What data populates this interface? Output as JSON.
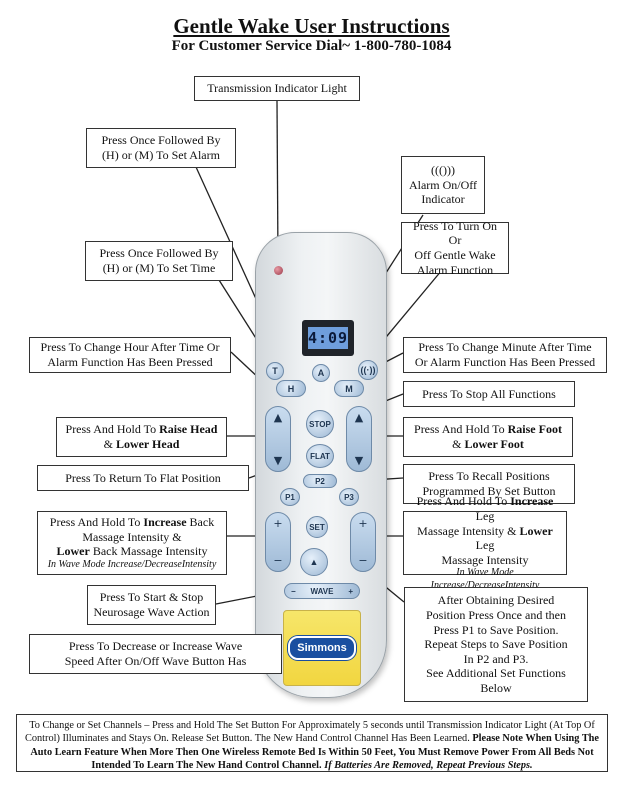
{
  "title": "Gentle Wake User Instructions",
  "subtitle": "For Customer Service Dial~ 1-800-780-1084",
  "callouts": {
    "transmission": "Transmission Indicator Light",
    "alarm_set_1": "Press Once Followed By",
    "alarm_set_2": "(H) or (M) To Set Alarm",
    "alarm_onoff_1": "((()))",
    "alarm_onoff_2": "Alarm On/Off",
    "alarm_onoff_3": "Indicator",
    "gentle_wake_1": "Press To Turn On Or",
    "gentle_wake_2": "Off Gentle Wake",
    "gentle_wake_3": "Alarm Function",
    "time_set_1": "Press Once Followed By",
    "time_set_2": "(H) or (M) To Set Time",
    "hour_1": "Press To Change Hour After Time Or",
    "hour_2": "Alarm Function Has Been Pressed",
    "minute_1": "Press To Change Minute After Time",
    "minute_2": "Or Alarm Function Has Been Pressed",
    "stop": "Press To Stop All Functions",
    "head_1": "Press And Hold To",
    "head_bold_1": "Raise Head",
    "head_amp": "&",
    "head_bold_2": "Lower Head",
    "foot_1": "Press And Hold To",
    "foot_bold_1": "Raise Foot",
    "foot_amp": "&",
    "foot_bold_2": "Lower Foot",
    "flat": "Press To Return To Flat Position",
    "recall_1": "Press To Recall Positions",
    "recall_2": "Programmed By Set Button",
    "back_1": "Press And Hold To",
    "back_bold_1": "Increase",
    "back_2": "Back",
    "back_3": "Massage Intensity  &",
    "back_bold_2": "Lower",
    "back_4": "Back Massage Intensity",
    "back_note": "In Wave Mode Increase/DecreaseIntensity",
    "leg_1": "Press And Hold To",
    "leg_bold_1": "Increase",
    "leg_2": "Leg",
    "leg_3": "Massage Intensity  &",
    "leg_bold_2": "Lower",
    "leg_4": "Leg",
    "leg_5": "Massage Intensity",
    "leg_note": "In Wave Mode Increase/DecreaseIntensity",
    "wave_1": "Press To Start & Stop",
    "wave_2": "Neurosage Wave Action",
    "speed_1": "Press To Decrease or Increase Wave",
    "speed_2": "Speed After On/Off Wave Button Has",
    "set_1": "After Obtaining Desired",
    "set_2": "Position Press Once and then",
    "set_3": "Press P1 to Save Position.",
    "set_4": "Repeat Steps to Save Position",
    "set_5": "In P2 and P3.",
    "set_6": "See Additional Set Functions",
    "set_7": "Below"
  },
  "remote": {
    "lcd_time": "4:09",
    "btn_t": "T",
    "btn_a": "A",
    "btn_gw": "((·))",
    "btn_h": "H",
    "btn_m": "M",
    "btn_stop": "STOP",
    "btn_flat": "FLAT",
    "btn_p2": "P2",
    "btn_p1": "P1",
    "btn_p3": "P3",
    "btn_set": "SET",
    "btn_wave": "WAVE",
    "plus": "+",
    "minus": "−",
    "up": "▲",
    "down": "▼",
    "logo": "Simmons"
  },
  "footer": {
    "p1": "To Change or Set Channels  – Press and Hold The Set Button For Approximately 5 seconds until Transmission Indicator Light (At Top Of Control) Illuminates and Stays On.  Release Set Button.  The New Hand Control Channel Has Been Learned.",
    "p2_bold": "Please Note When Using The Auto Learn Feature When More Then One Wireless Remote Bed Is Within 50 Feet, You Must Remove Power From All Beds Not Intended To Learn The New Hand Control Channel.",
    "p3_italic_bold": "If Batteries Are Removed, Repeat Previous Steps."
  }
}
